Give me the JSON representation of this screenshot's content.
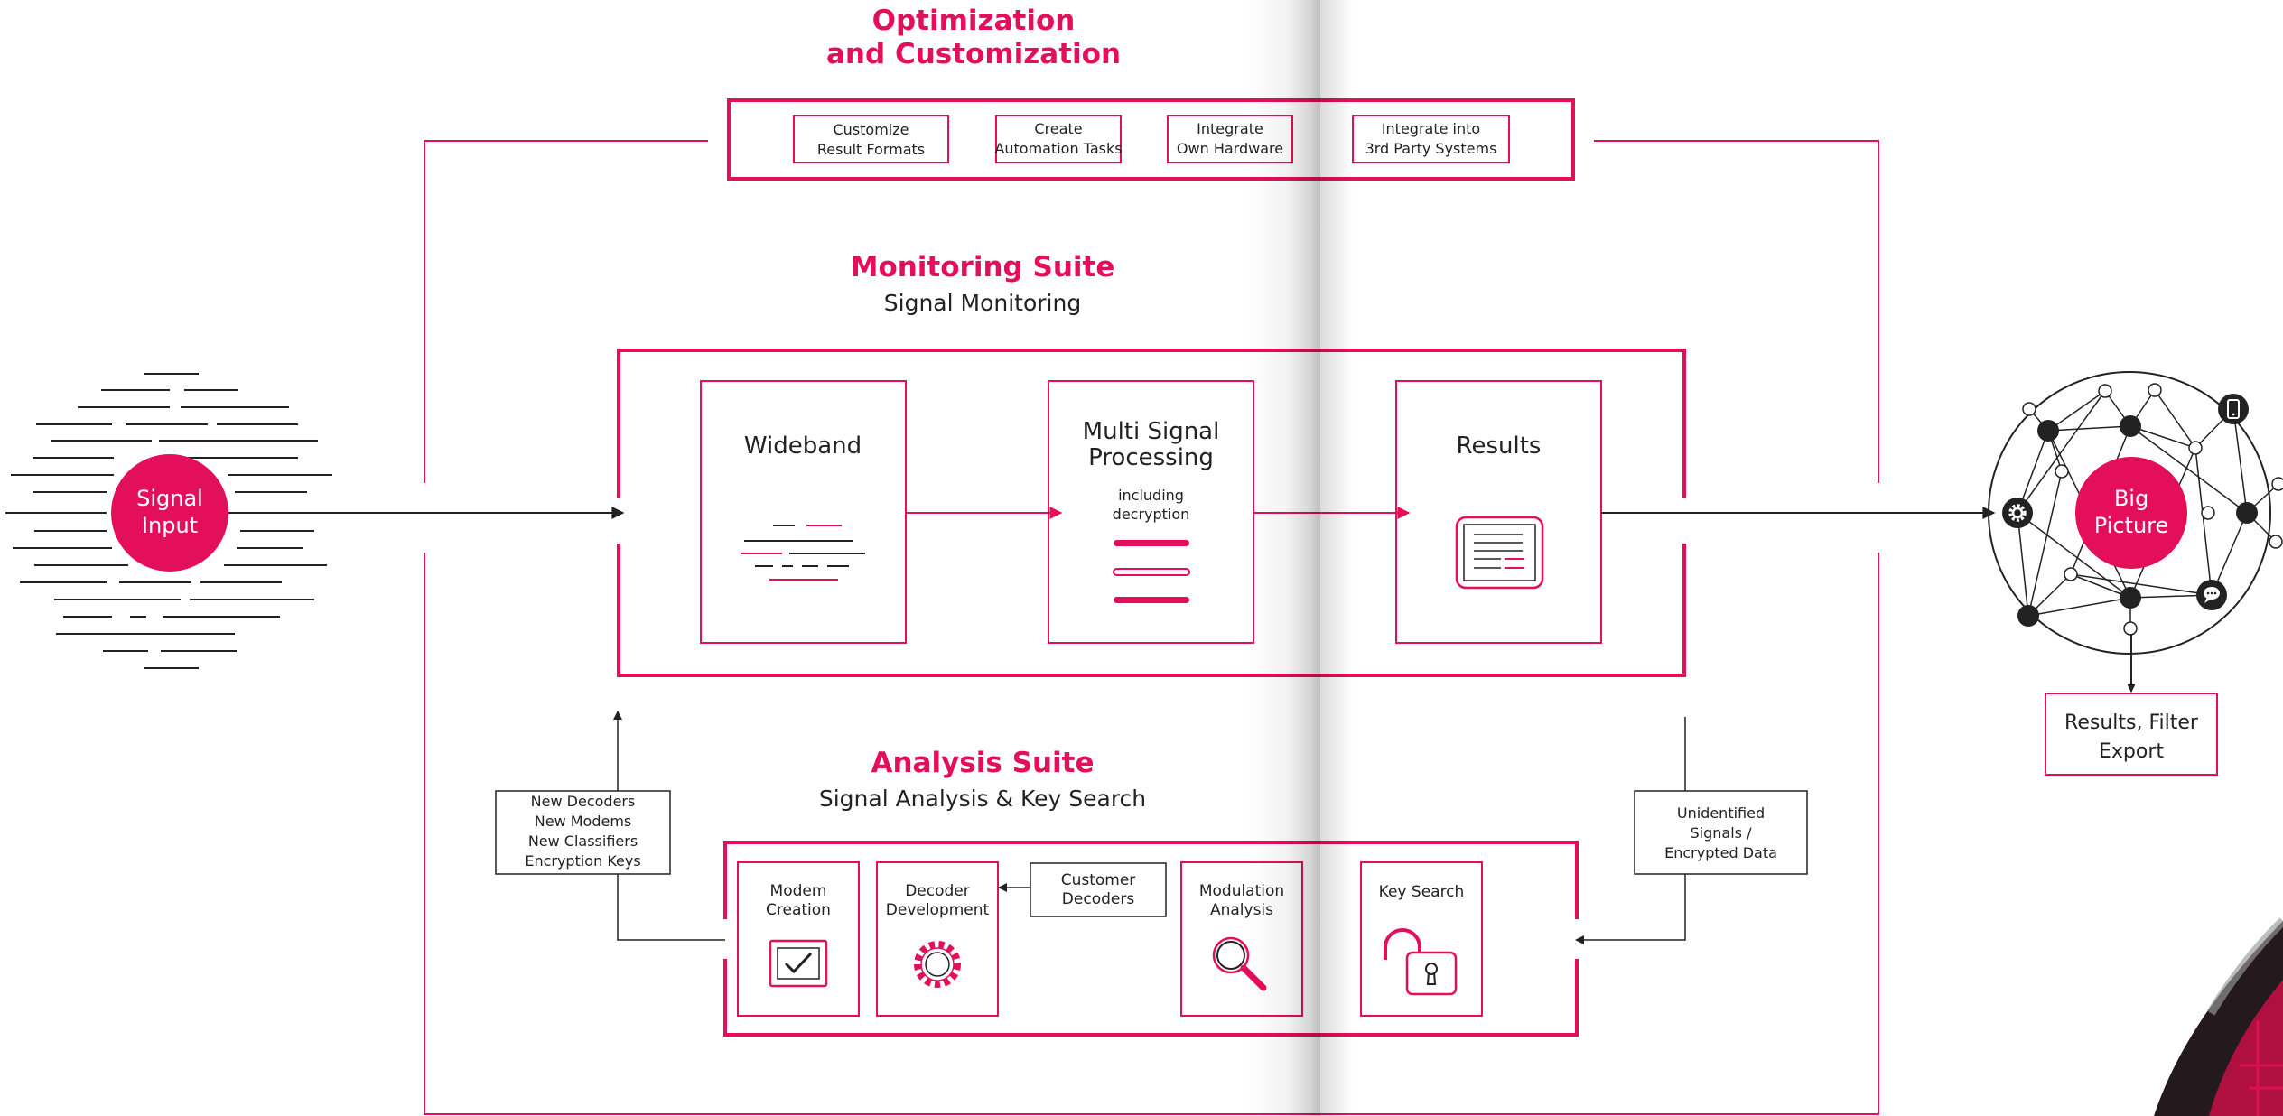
{
  "colors": {
    "accent": "#e30f5a",
    "line": "#222222",
    "background": "#ffffff"
  },
  "optimization": {
    "title_line1": "Optimization",
    "title_line2": "and Customization",
    "items": [
      {
        "line1": "Customize",
        "line2": "Result Formats"
      },
      {
        "line1": "Create",
        "line2": "Automation Tasks"
      },
      {
        "line1": "Integrate",
        "line2": "Own Hardware"
      },
      {
        "line1": "Integrate into",
        "line2": "3rd Party Systems"
      }
    ]
  },
  "monitoring": {
    "title": "Monitoring Suite",
    "subtitle": "Signal Monitoring",
    "wideband": "Wideband",
    "multi_line1": "Multi Signal",
    "multi_line2": "Processing",
    "multi_note_line1": "including",
    "multi_note_line2": "decryption",
    "results": "Results"
  },
  "signal_input": {
    "line1": "Signal",
    "line2": "Input"
  },
  "big_picture": {
    "line1": "Big",
    "line2": "Picture",
    "node_icons": [
      "gear-icon",
      "phone-icon",
      "chat-icon"
    ]
  },
  "results_filter": {
    "line1": "Results, Filter",
    "line2": "Export"
  },
  "analysis": {
    "title": "Analysis Suite",
    "subtitle": "Signal Analysis & Key Search",
    "modem_line1": "Modem",
    "modem_line2": "Creation",
    "decoder_line1": "Decoder",
    "decoder_line2": "Development",
    "customer_line1": "Customer",
    "customer_line2": "Decoders",
    "modulation_line1": "Modulation",
    "modulation_line2": "Analysis",
    "key_search": "Key Search"
  },
  "new_items": [
    "New Decoders",
    "New Modems",
    "New Classifiers",
    "Encryption Keys"
  ],
  "unidentified": [
    "Unidentified",
    "Signals /",
    "Encrypted Data"
  ]
}
